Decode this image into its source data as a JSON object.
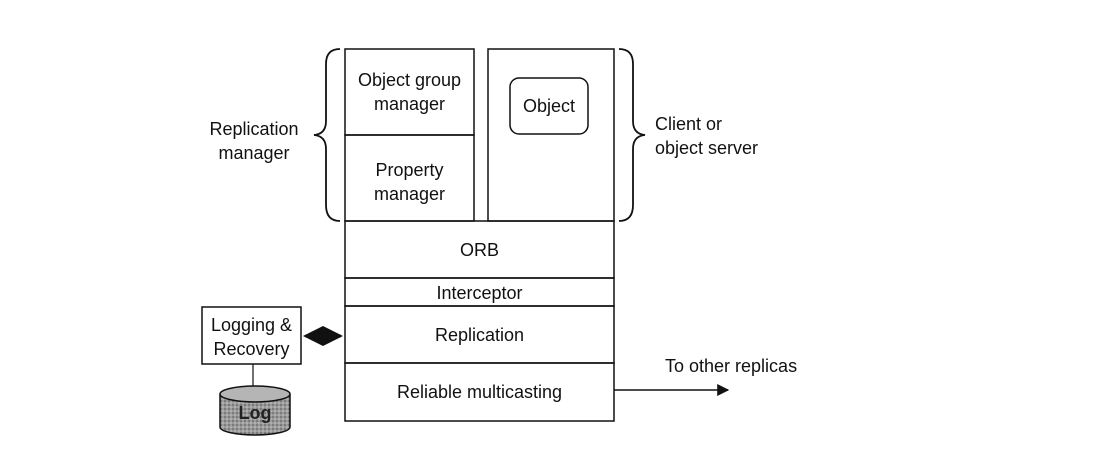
{
  "replication_manager_label": [
    "Replication",
    "manager"
  ],
  "client_label": [
    "Client or",
    "object server"
  ],
  "object_group_manager": [
    "Object group",
    "manager"
  ],
  "property_manager": [
    "Property",
    "manager"
  ],
  "object": "Object",
  "orb": "ORB",
  "interceptor": "Interceptor",
  "replication": "Replication",
  "reliable_multicasting": "Reliable multicasting",
  "logging_recovery": [
    "Logging &",
    "Recovery"
  ],
  "log": "Log",
  "to_other_replicas": "To other replicas"
}
